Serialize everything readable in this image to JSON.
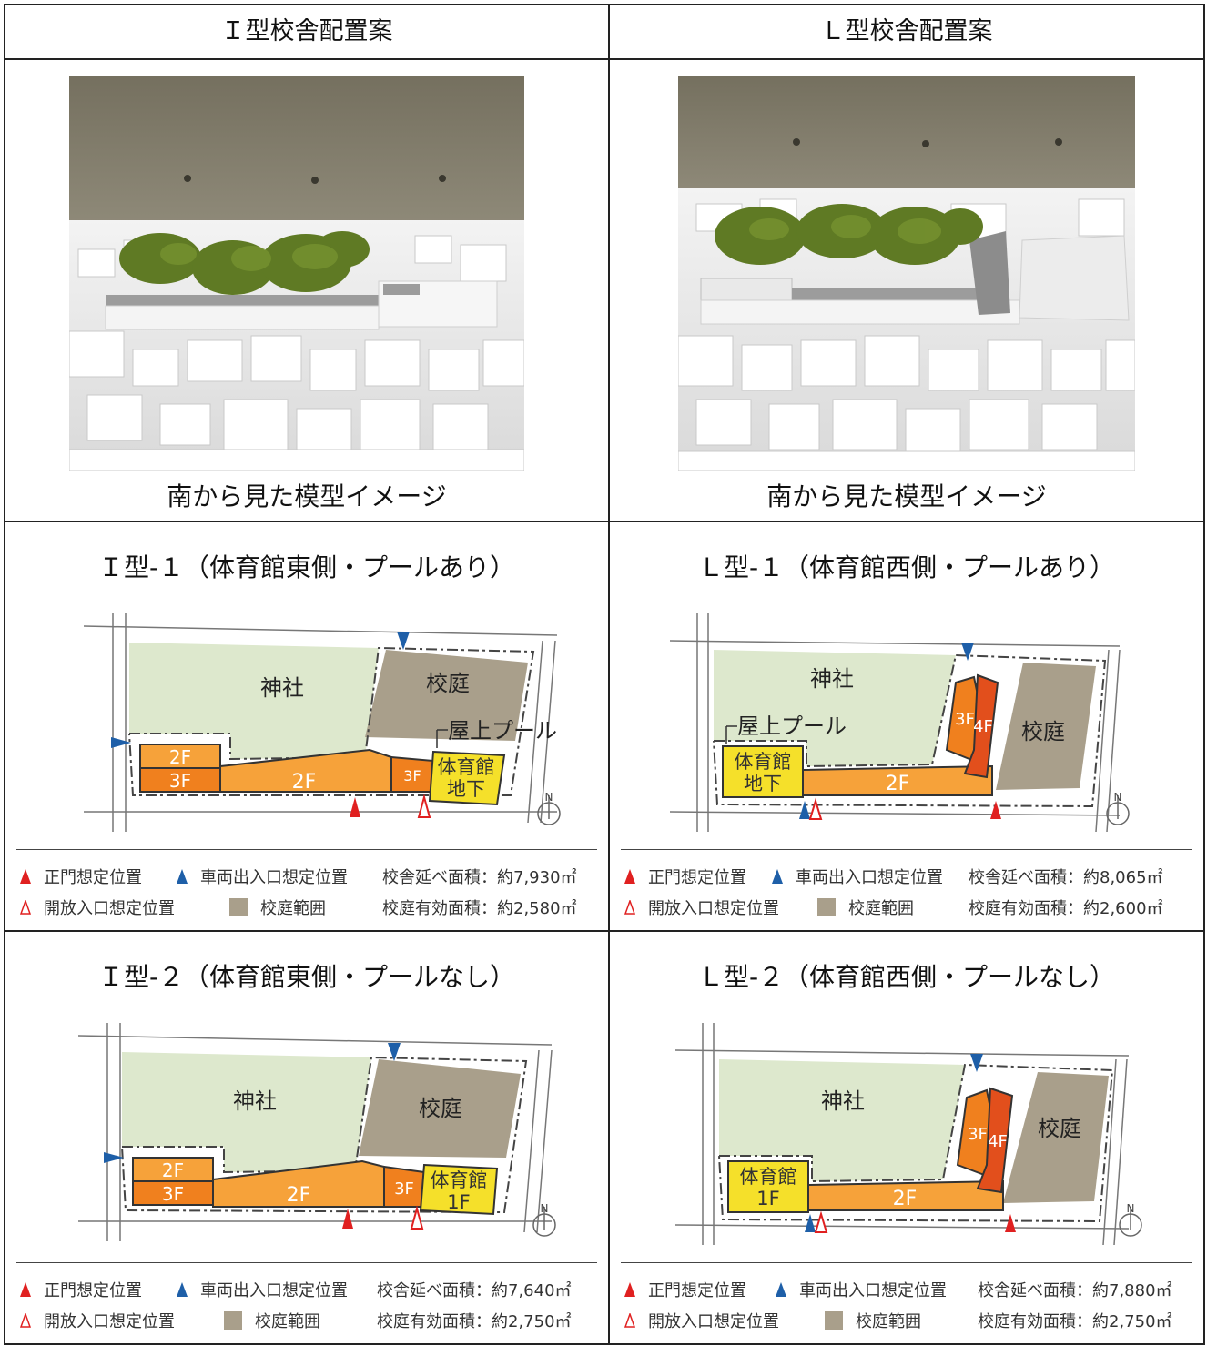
{
  "header": {
    "i_type": "Ｉ型校舎配置案",
    "l_type": "Ｌ型校舎配置案"
  },
  "photos": {
    "caption_left": "南から見た模型イメージ",
    "caption_right": "南から見た模型イメージ"
  },
  "plans": [
    {
      "title": "Ｉ型-１（体育館東側・プールあり）",
      "labels": {
        "shrine": "神社",
        "yard": "校庭",
        "f2": "2F",
        "f3": "3F",
        "f2b": "2F",
        "f3b": "3F",
        "gym": "体育館",
        "gym2": "地下",
        "pool": "屋上プール"
      },
      "legend": {
        "main_gate": "正門想定位置",
        "vehicle": "車両出入口想定位置",
        "floor_area": "校舎延べ面積：約7,930㎡",
        "open_gate": "開放入口想定位置",
        "yard_range": "校庭範囲",
        "yard_area": "校庭有効面積：約2,580㎡"
      }
    },
    {
      "title": "Ｌ型-１（体育館西側・プールあり）",
      "labels": {
        "shrine": "神社",
        "yard": "校庭",
        "f2": "2F",
        "f3": "3F",
        "f4": "4F",
        "gym": "体育館",
        "gym2": "地下",
        "pool": "屋上プール"
      },
      "legend": {
        "main_gate": "正門想定位置",
        "vehicle": "車両出入口想定位置",
        "floor_area": "校舎延べ面積：約8,065㎡",
        "open_gate": "開放入口想定位置",
        "yard_range": "校庭範囲",
        "yard_area": "校庭有効面積：約2,600㎡"
      }
    },
    {
      "title": "Ｉ型-２（体育館東側・プールなし）",
      "labels": {
        "shrine": "神社",
        "yard": "校庭",
        "f2": "2F",
        "f3": "3F",
        "f2b": "2F",
        "f3b": "3F",
        "gym": "体育館",
        "gym2": "1F"
      },
      "legend": {
        "main_gate": "正門想定位置",
        "vehicle": "車両出入口想定位置",
        "floor_area": "校舎延べ面積：約7,640㎡",
        "open_gate": "開放入口想定位置",
        "yard_range": "校庭範囲",
        "yard_area": "校庭有効面積：約2,750㎡"
      }
    },
    {
      "title": "Ｌ型-２（体育館西側・プールなし）",
      "labels": {
        "shrine": "神社",
        "yard": "校庭",
        "f2": "2F",
        "f3": "3F",
        "f4": "4F",
        "gym": "体育館",
        "gym2": "1F"
      },
      "legend": {
        "main_gate": "正門想定位置",
        "vehicle": "車両出入口想定位置",
        "floor_area": "校舎延べ面積：約7,880㎡",
        "open_gate": "開放入口想定位置",
        "yard_range": "校庭範囲",
        "yard_area": "校庭有効面積：約2,750㎡"
      }
    }
  ],
  "colors": {
    "shrine": "#dde8cd",
    "yard": "#a99f8b",
    "bldg2f": "#f6a23a",
    "bldg3f": "#f0801e",
    "bldg4f": "#e24f1c",
    "gym": "#f5e02a",
    "main_gate": "#e02020",
    "vehicle": "#1e5fa8"
  }
}
